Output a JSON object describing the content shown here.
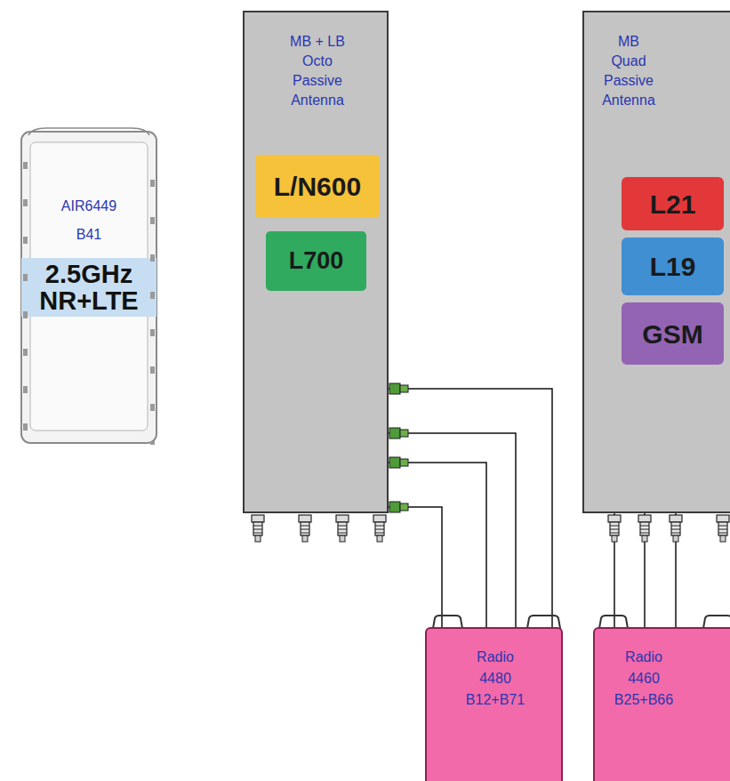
{
  "diagram": {
    "nodes": [
      {
        "text": [
          "AIR6449 B41",
          "2.5GHz NR+LTE"
        ]
      },
      {
        "text": [
          "MB + LB Octo Passive Antenna"
        ]
      },
      {
        "text": [
          "L/N600"
        ],
        "in": 1
      },
      {
        "text": [
          "L700"
        ],
        "in": 1
      },
      {
        "text": [
          "MB Quad Passive Antenna"
        ]
      },
      {
        "text": [
          "L21"
        ],
        "in": 4
      },
      {
        "text": [
          "L19"
        ],
        "in": 4
      },
      {
        "text": [
          "GSM"
        ],
        "in": 4
      },
      {
        "text": [
          "Radio 4480 B12+B71"
        ]
      },
      {
        "text": [
          "Radio 4460 B25+B66"
        ]
      }
    ],
    "edges": [
      {
        "from": 1,
        "to": 8,
        "arrow": "none"
      },
      {
        "from": 1,
        "to": 8,
        "arrow": "none"
      },
      {
        "from": 1,
        "to": 8,
        "arrow": "none"
      },
      {
        "from": 1,
        "to": 8,
        "arrow": "none"
      },
      {
        "from": 4,
        "to": 9,
        "arrow": "none"
      },
      {
        "from": 4,
        "to": 9,
        "arrow": "none"
      },
      {
        "from": 4,
        "to": 9,
        "arrow": "none"
      }
    ]
  }
}
